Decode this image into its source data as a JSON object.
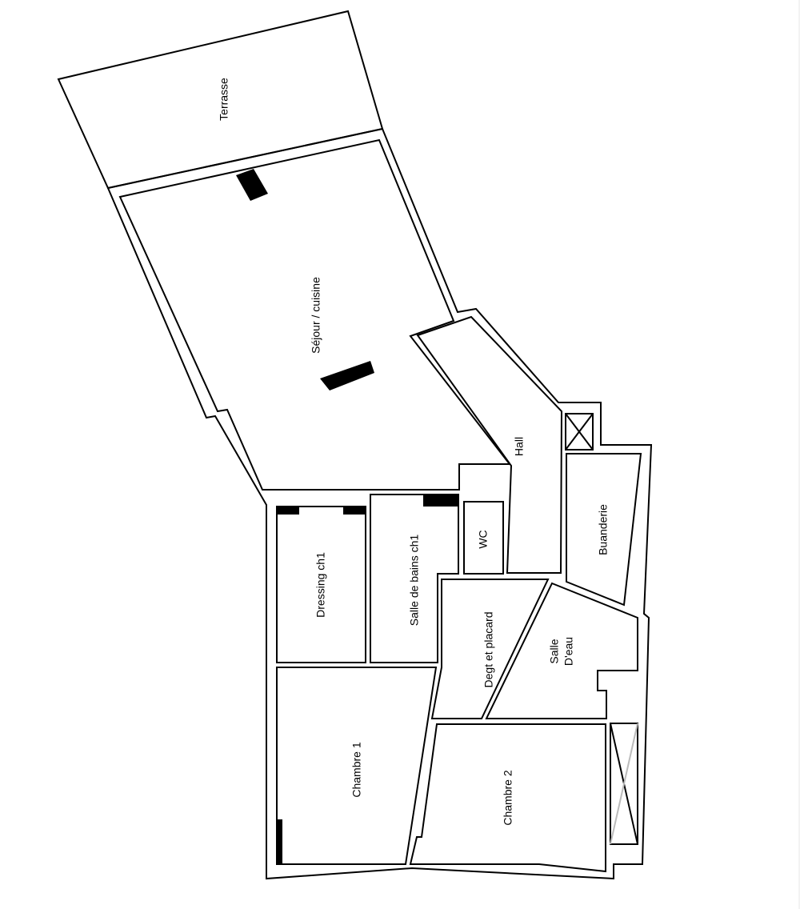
{
  "plan": {
    "rooms": {
      "terrasse": "Terrasse",
      "sejour": "Séjour / cuisine",
      "hall": "Hall",
      "buanderie": "Buanderie",
      "wc": "WC",
      "dressing": "Dressing ch1",
      "sdb": "Salle de bains ch1",
      "degt": "Degt et placard",
      "salle_eau_line1": "Salle",
      "salle_eau_line2": "D'eau",
      "chambre1": "Chambre 1",
      "chambre2": "Chambre 2"
    },
    "colors": {
      "wall": "#000000",
      "background": "#ffffff"
    }
  }
}
